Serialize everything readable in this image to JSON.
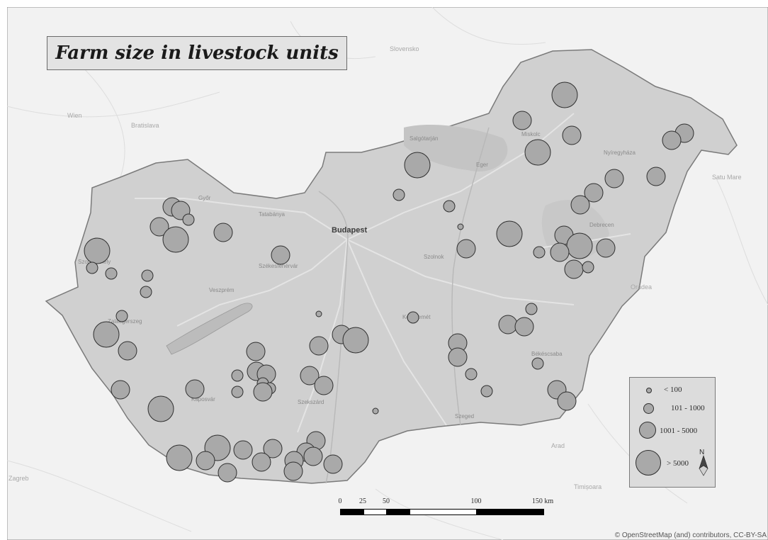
{
  "map": {
    "title": "Farm size in livestock units",
    "attribution": "© OpenStreetMap (and) contributors, CC-BY-SA"
  },
  "places": {
    "capital": "Budapest",
    "cities": [
      "Salgótarján",
      "Miskolc",
      "Nyíregyháza",
      "Debrecen",
      "Győr",
      "Tatabánya",
      "Székesfehérvár",
      "Veszprém",
      "Szolnok",
      "Kecskemét",
      "Békéscsaba",
      "Szeged",
      "Kaposvár",
      "Szekszárd",
      "Zalaegerszeg",
      "Szombathely",
      "Eger"
    ],
    "foreign": [
      "Slovensko",
      "Wien",
      "Bratislava",
      "Zagreb",
      "Timișoara",
      "Arad",
      "Oradea",
      "Satu Mare"
    ]
  },
  "legend": {
    "items": [
      {
        "label": "< 100",
        "size_class": "small"
      },
      {
        "label": "101 - 1000",
        "size_class": "medium"
      },
      {
        "label": "1001 - 5000",
        "size_class": "large"
      },
      {
        "label": "> 5000",
        "size_class": "xlarge"
      }
    ]
  },
  "scale_bar": {
    "labels": [
      "0",
      "25",
      "50",
      "100",
      "150 km"
    ]
  },
  "north_arrow": {
    "label": "N",
    "icon": "north-arrow-icon"
  },
  "style": {
    "farm_fill": "#a9a9a9",
    "farm_stroke": "#2f2f2f",
    "country_fill": "#cfcfcf",
    "background": "#f1f1f1"
  }
}
